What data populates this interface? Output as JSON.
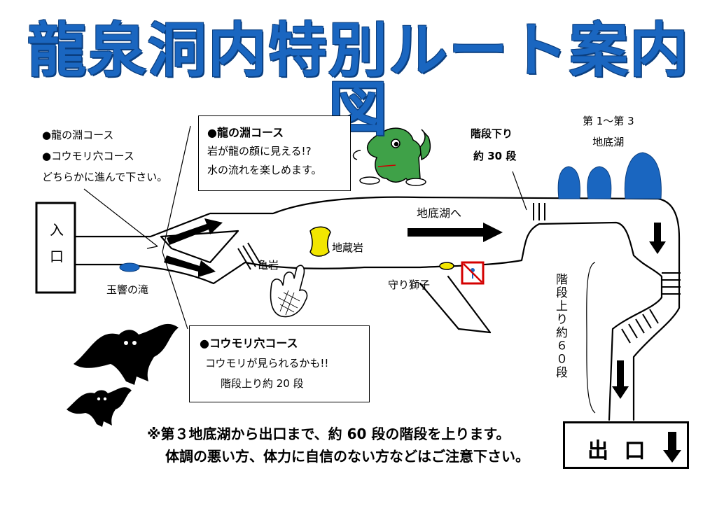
{
  "title": "龍泉洞内特別ルート案内図",
  "labels": {
    "entrance": "入口",
    "gyokukyo_falls": "玉響の滝",
    "jizo_rock": "地蔵岩",
    "kame_rock": "亀岩",
    "mamori_shishi": "守り獅子",
    "to_lake": "地底湖へ",
    "stairs_down_1": "階段下り",
    "stairs_down_2": "約 30 段",
    "lakes_1": "第 1～第 3",
    "lakes_2": "地底湖",
    "stairs_up_60": "階段上り約６０段",
    "exit": "出 口"
  },
  "course_note": {
    "line1": "●龍の淵コース",
    "line2": "●コウモリ穴コース",
    "line3": "どちらかに進んで下さい。"
  },
  "ryu_box": {
    "title": "●龍の淵コース",
    "line1": "岩が龍の顔に見える!?",
    "line2": "水の流れを楽しめます。"
  },
  "bat_box": {
    "title": "●コウモリ穴コース",
    "line1": "コウモリが見られるかも!!",
    "line2": "階段上り約 20 段"
  },
  "footer": {
    "line1": "※第３地底湖から出口まで、約 60 段の階段を上ります。",
    "line2": "体調の悪い方、体力に自信のない方などはご注意下さい。"
  },
  "colors": {
    "title": "#1a66c0",
    "water": "#1a66c0",
    "rock": "#f2e600",
    "warning_sign": "#d40000"
  },
  "icons": [
    "dragon-mascot-icon",
    "bat-icon",
    "hand-rock-icon",
    "no-entry-sign-icon",
    "down-arrow-icon"
  ]
}
